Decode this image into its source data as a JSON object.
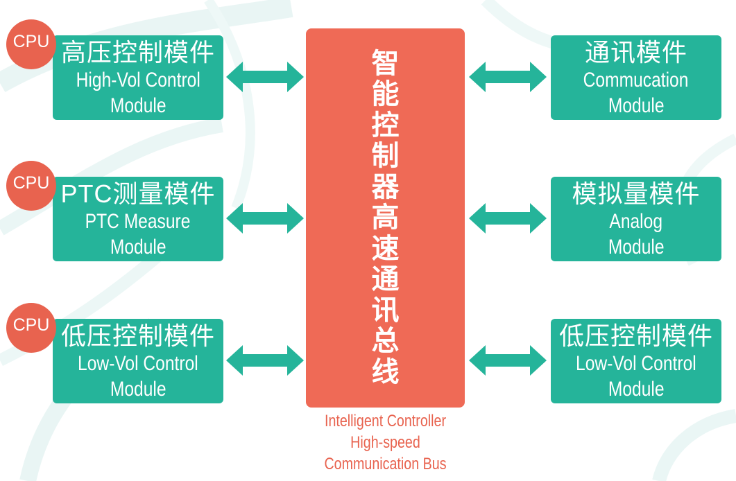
{
  "colors": {
    "module_green": "#25b49a",
    "bus_red": "#ef6a56",
    "cpu_red": "#e8634f",
    "arrow_green": "#25b49a"
  },
  "left_modules": [
    {
      "cn": "高压控制模件",
      "en1": "High-Vol Control",
      "en2": "Module",
      "cpu": "CPU"
    },
    {
      "cn": "PTC测量模件",
      "en1": "PTC Measure",
      "en2": "Module",
      "cpu": "CPU"
    },
    {
      "cn": "低压控制模件",
      "en1": "Low-Vol Control",
      "en2": "Module",
      "cpu": "CPU"
    }
  ],
  "right_modules": [
    {
      "cn": "通讯模件",
      "en1": "Commucation",
      "en2": "Module"
    },
    {
      "cn": "模拟量模件",
      "en1": "Analog",
      "en2": "Module"
    },
    {
      "cn": "低压控制模件",
      "en1": "Low-Vol Control",
      "en2": "Module"
    }
  ],
  "bus": {
    "title": "智能控制器高速通讯总线",
    "caption_line1": "Intelligent Controller",
    "caption_line2": "High-speed",
    "caption_line3": "Communication Bus"
  }
}
